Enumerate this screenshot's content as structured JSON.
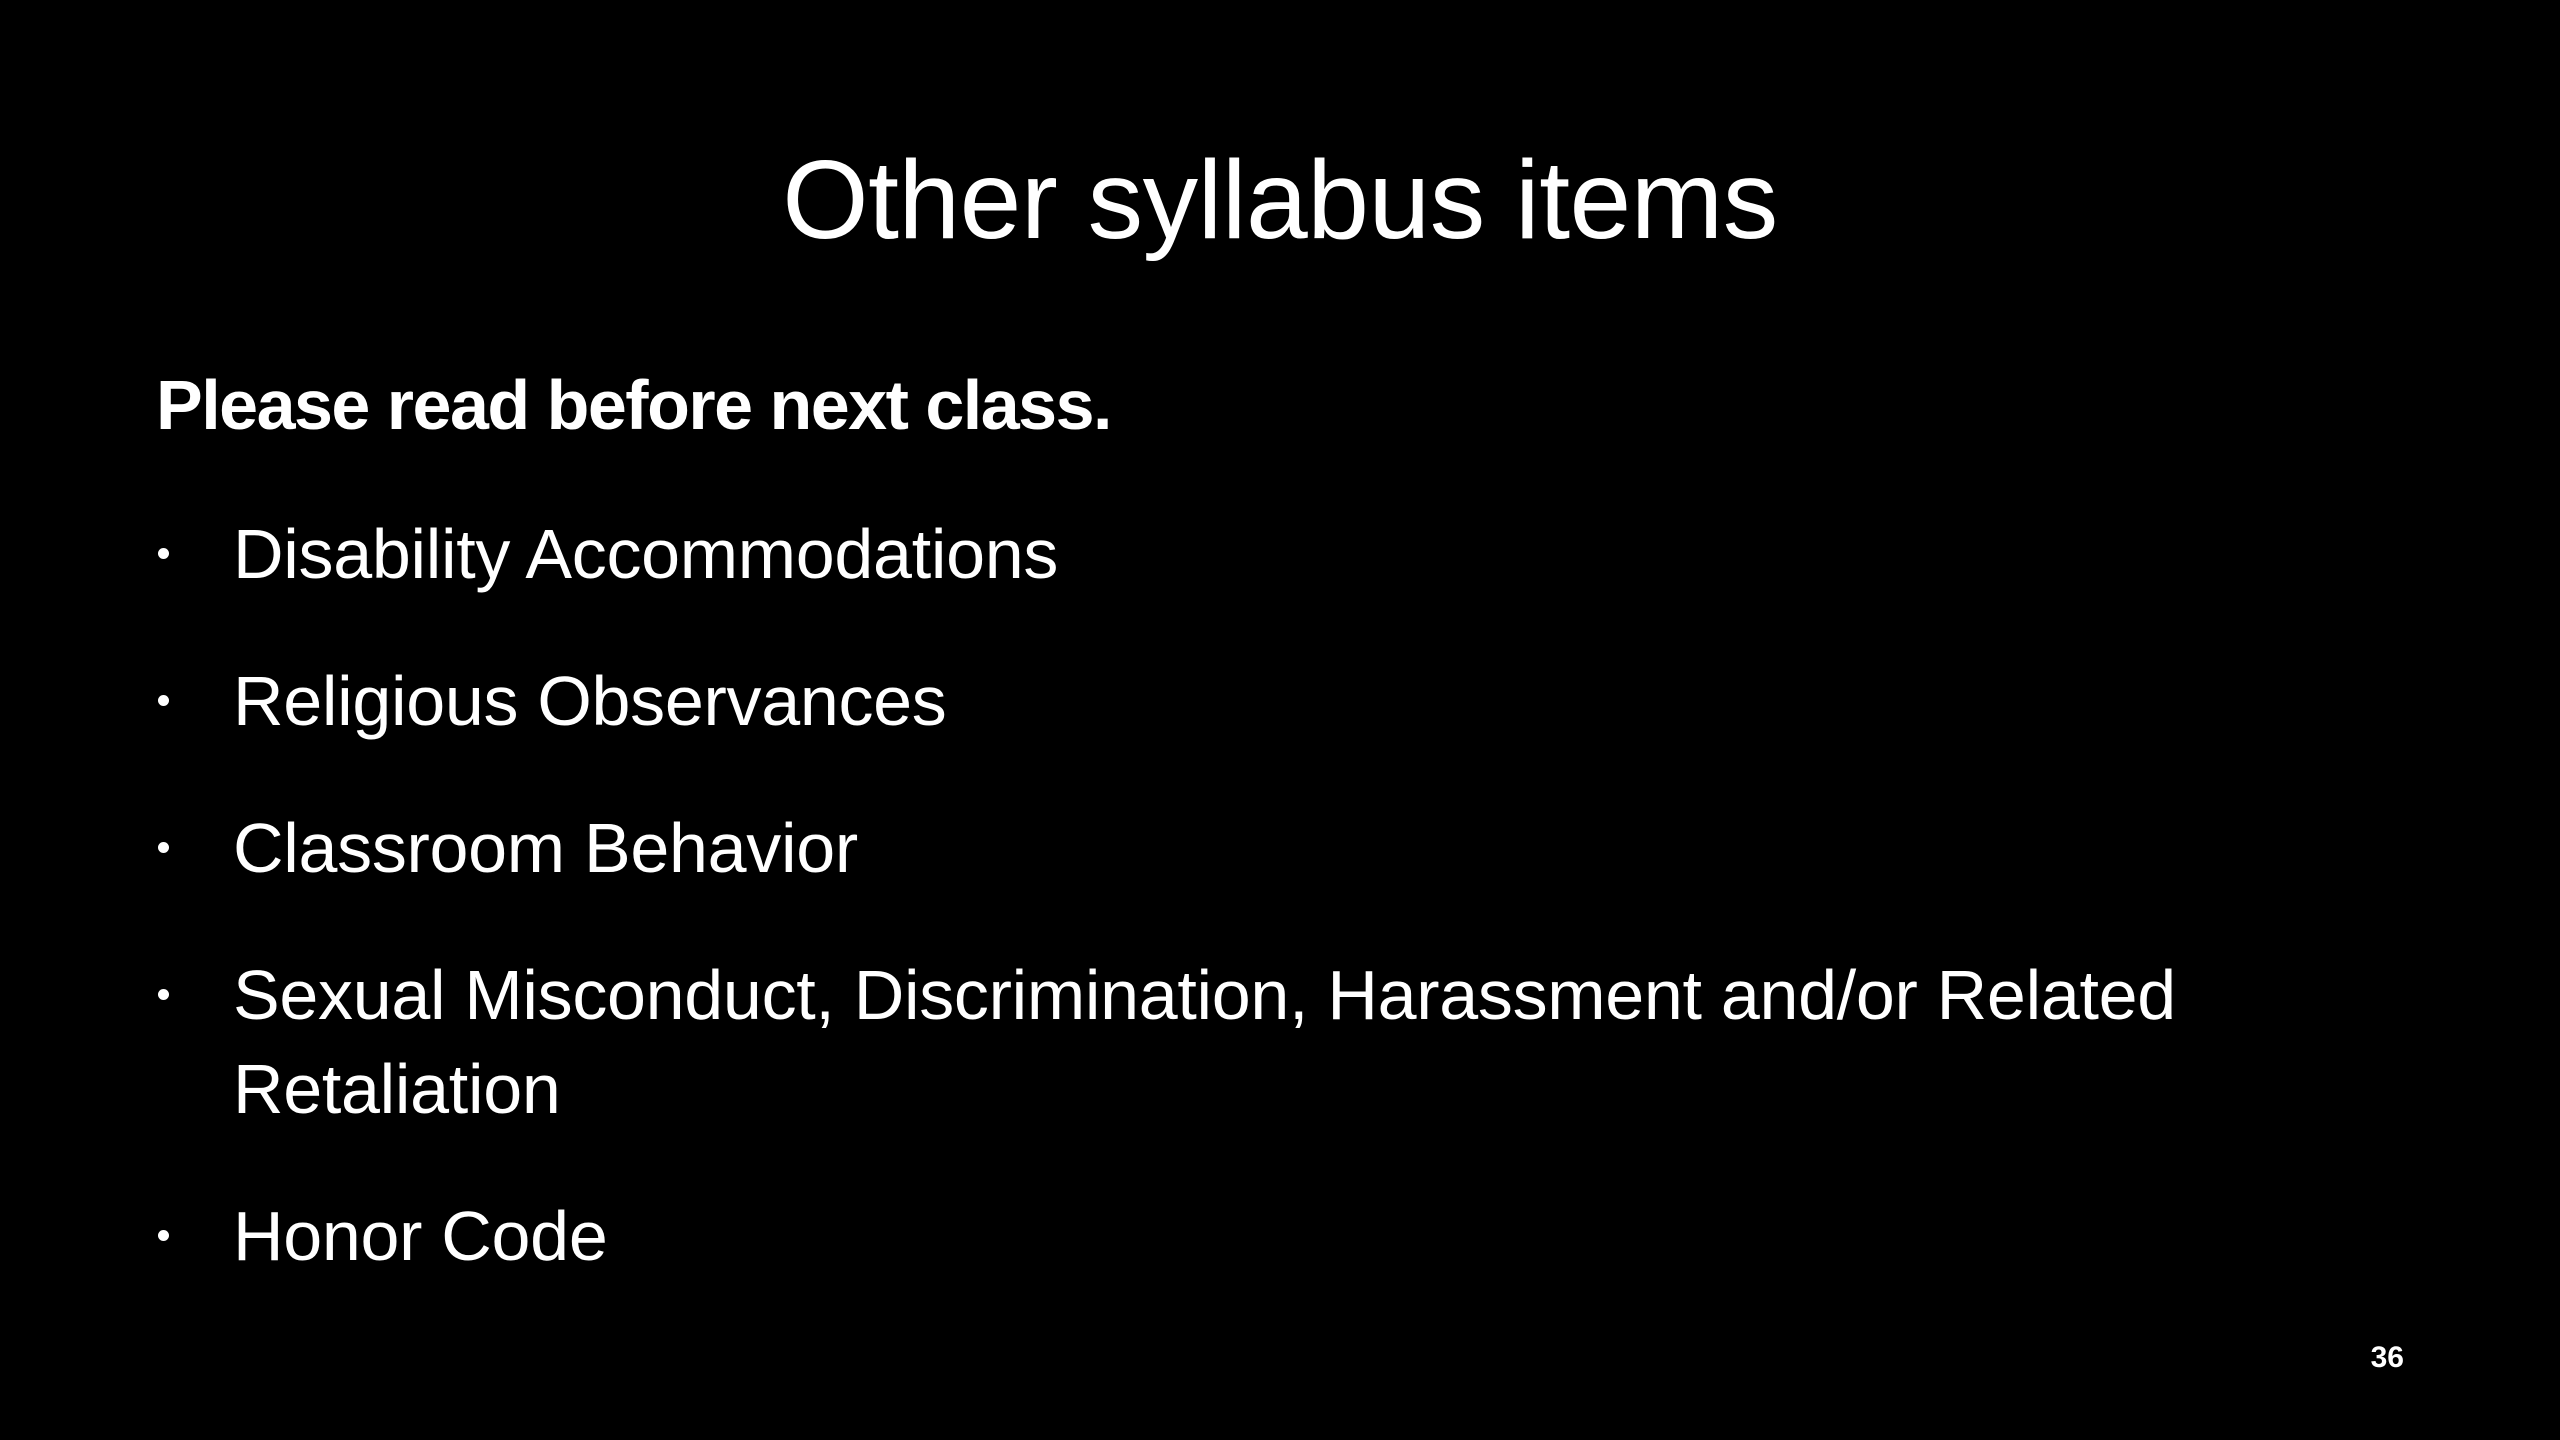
{
  "slide": {
    "title": "Other syllabus items",
    "subtitle": "Please read before next class.",
    "bullets": [
      "Disability Accommodations",
      "Religious Observances",
      "Classroom Behavior",
      "Sexual Misconduct, Discrimination, Harassment and/or Related Retaliation",
      "Honor Code"
    ],
    "page_number": "36"
  }
}
